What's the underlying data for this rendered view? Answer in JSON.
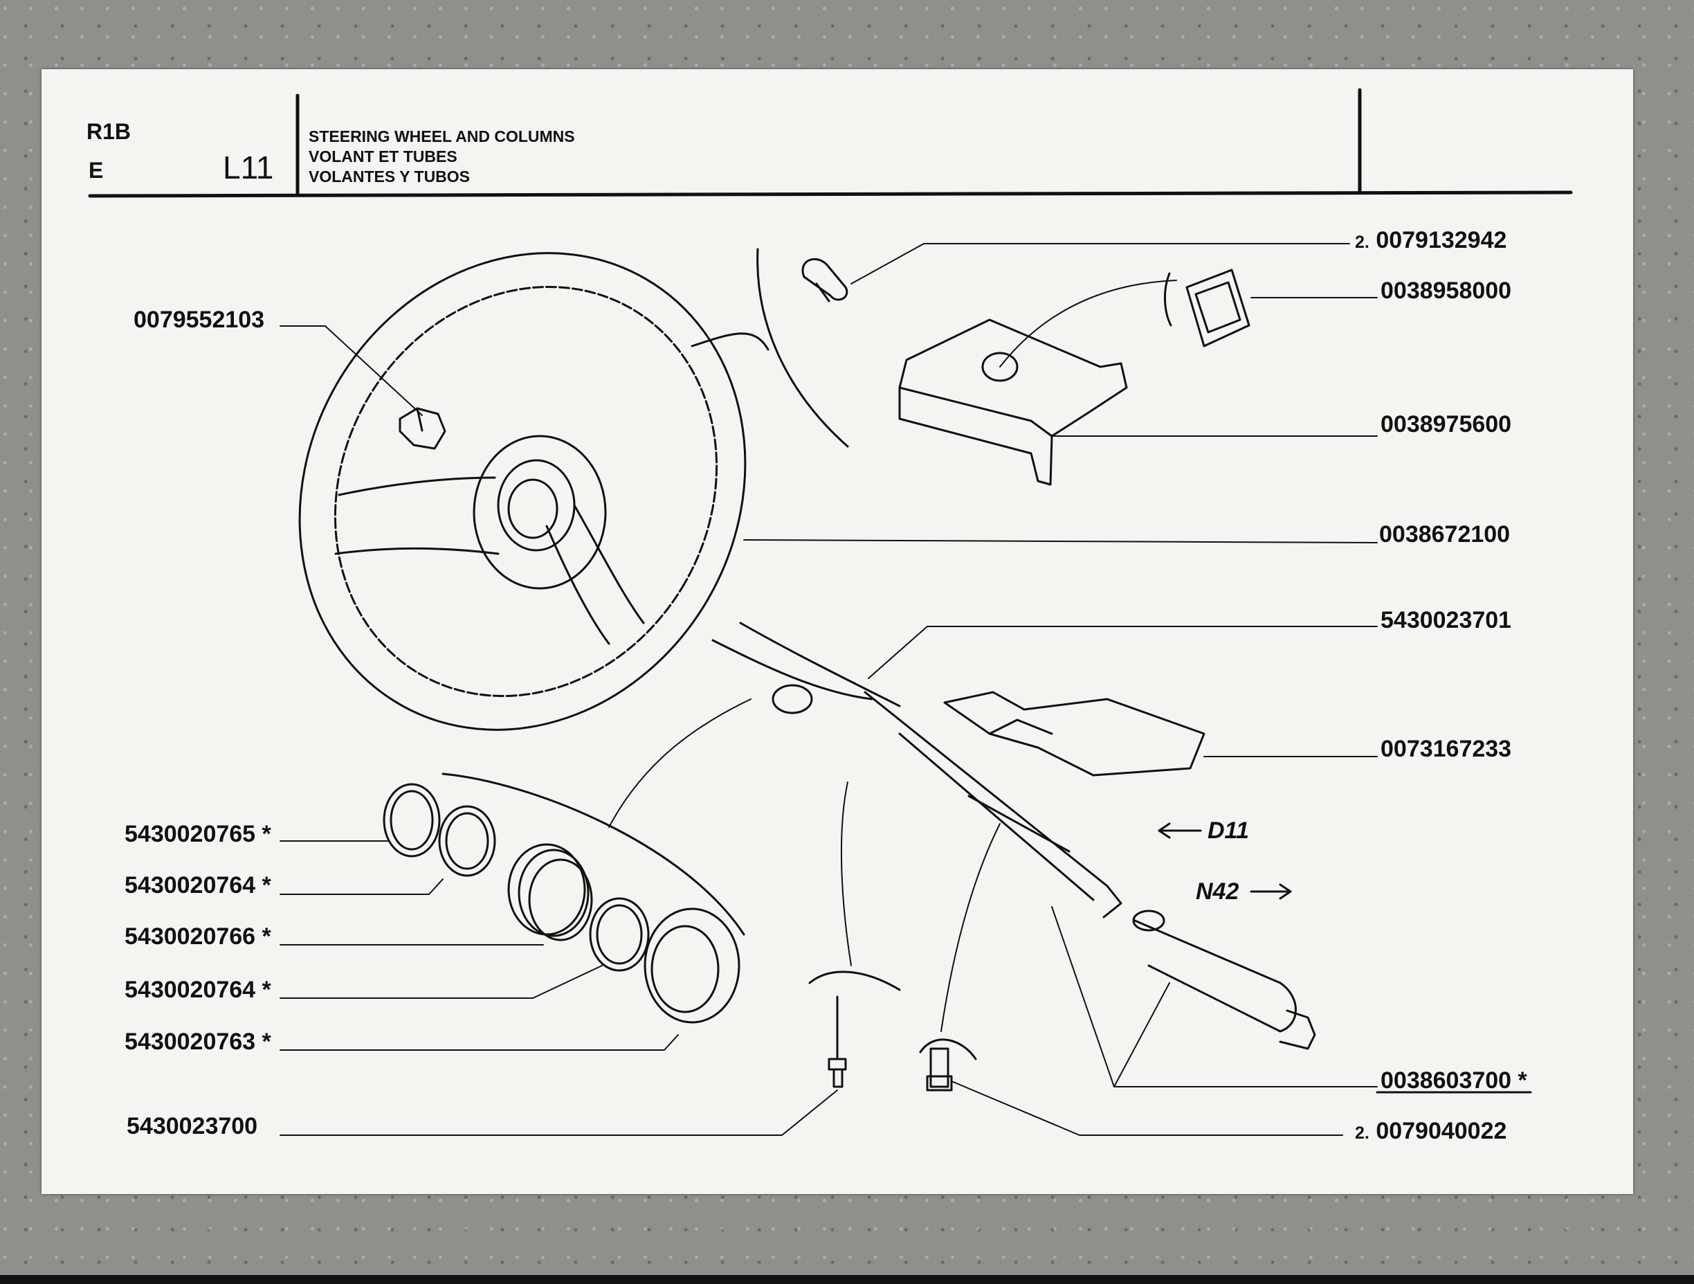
{
  "header": {
    "model": "R1B",
    "variant": "E",
    "section": "L11",
    "title_lines": [
      "STEERING WHEEL AND COLUMNS",
      "VOLANT ET TUBES",
      "VOLANTES Y TUBOS"
    ]
  },
  "parts": [
    {
      "code": "0079132942",
      "qty": "2."
    },
    {
      "code": "0038958000"
    },
    {
      "code": "0079552103"
    },
    {
      "code": "0038975600"
    },
    {
      "code": "0038672100"
    },
    {
      "code": "5430023701"
    },
    {
      "code": "0073167233"
    },
    {
      "code": "5430020765",
      "marker": "*"
    },
    {
      "code": "5430020764",
      "marker": "*"
    },
    {
      "code": "5430020766",
      "marker": "*"
    },
    {
      "code": "5430020764",
      "marker": "*"
    },
    {
      "code": "5430020763",
      "marker": "*"
    },
    {
      "code": "5430023700"
    },
    {
      "code": "0038603700",
      "marker": "*"
    },
    {
      "code": "0079040022",
      "qty": "2."
    }
  ],
  "references": {
    "left": "D11",
    "right": "N42"
  }
}
